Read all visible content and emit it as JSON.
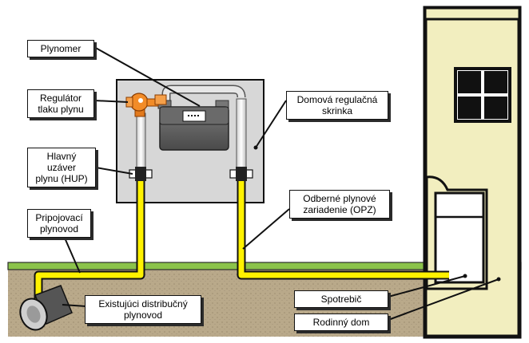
{
  "labels": {
    "plynomer": "Plynomer",
    "regulator": "Regulátor\ntlaku plynu",
    "hup": "Hlavný\nuzáver\nplynu (HUP)",
    "pripojovaci": "Pripojovací\nplynovod",
    "skrinka": "Domová regulačná\nskrinka",
    "opz": "Odberné plynové\nzariadenie (OPZ)",
    "distribucny": "Existujúci distribučný\nplynovod",
    "spotrebic": "Spotrebič",
    "rodinny_dom": "Rodinný dom"
  },
  "colors": {
    "pipe_yellow": "#fff200",
    "ground": "#b9a98a",
    "grass": "#8bc34a",
    "house_wall": "#f2eebf",
    "cabinet": "#d7d7d7",
    "regulator_orange": "#f28c28",
    "meter_body": "#5f5f5f"
  }
}
